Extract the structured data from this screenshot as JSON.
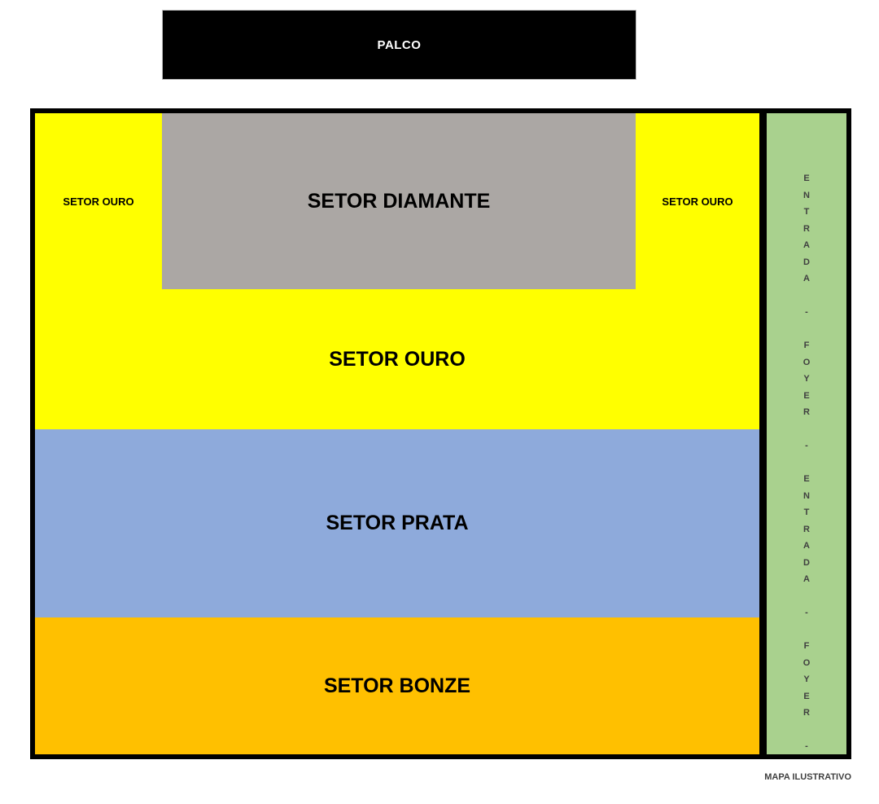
{
  "stage": {
    "label": "PALCO"
  },
  "map": {
    "sectors": {
      "diamante": {
        "label": "SETOR DIAMANTE",
        "color": "#ABA7A4"
      },
      "ouro": {
        "label": "SETOR OURO",
        "color": "#FFFF00"
      },
      "ouro_left_label": "SETOR OURO",
      "ouro_right_label": "SETOR OURO",
      "prata": {
        "label": "SETOR PRATA",
        "color": "#8EAADB"
      },
      "bronze": {
        "label": "SETOR BONZE",
        "color": "#FFC000"
      }
    },
    "entrance": {
      "vertical_text": "ENTRADA - FOYER - ENTRADA - FOYER -",
      "color": "#A9D18E"
    },
    "frame_color": "#000000"
  },
  "footnote": "MAPA ILUSTRATIVO"
}
